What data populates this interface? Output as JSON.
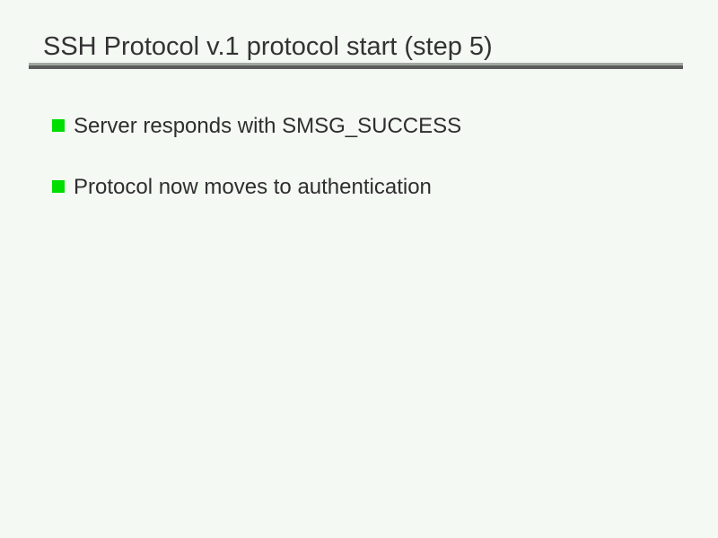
{
  "slide": {
    "title": "SSH Protocol v.1 protocol start (step 5)",
    "bullets": [
      {
        "icon": "green-square-bullet-icon",
        "text": "Server responds with SMSG_SUCCESS"
      },
      {
        "icon": "green-square-bullet-icon",
        "text": "Protocol now moves to authentication"
      }
    ],
    "colors": {
      "background": "#f4f9f4",
      "title_text": "#333333",
      "body_text": "#2e2e2e",
      "bullet_green": "#00de00",
      "rule_light": "#a3a8a3",
      "rule_dark": "#5c5c5c"
    }
  }
}
